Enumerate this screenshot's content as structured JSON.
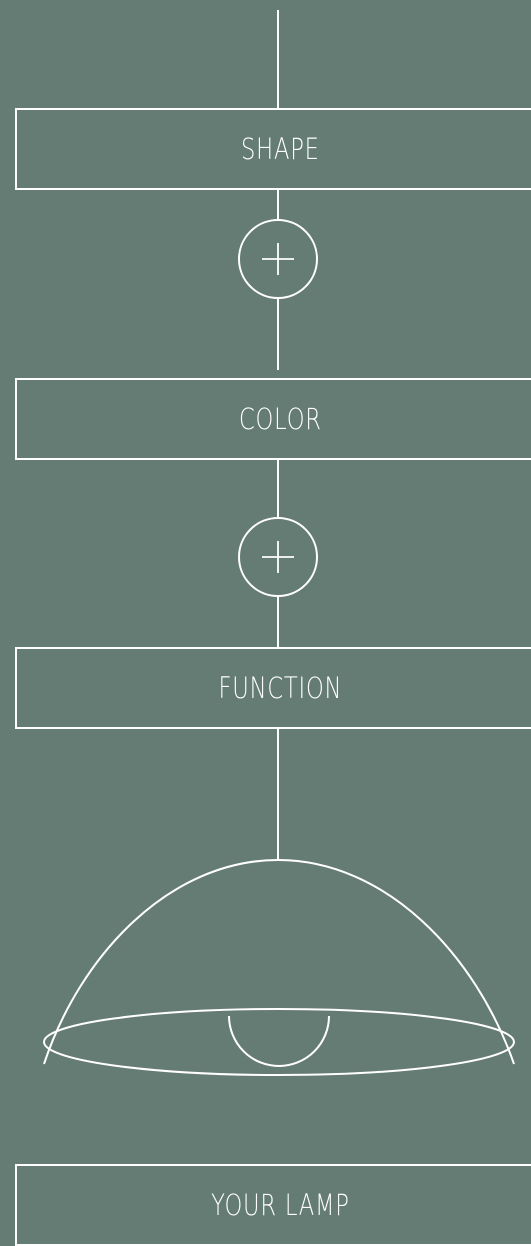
{
  "steps": [
    {
      "label": "SHAPE"
    },
    {
      "label": "COLOR"
    },
    {
      "label": "FUNCTION"
    }
  ],
  "result": {
    "label": "YOUR LAMP"
  },
  "icons": {
    "add": "plus-icon",
    "product": "pendant-lamp-icon"
  },
  "colors": {
    "background": "#657c74",
    "stroke": "#ffffff"
  }
}
